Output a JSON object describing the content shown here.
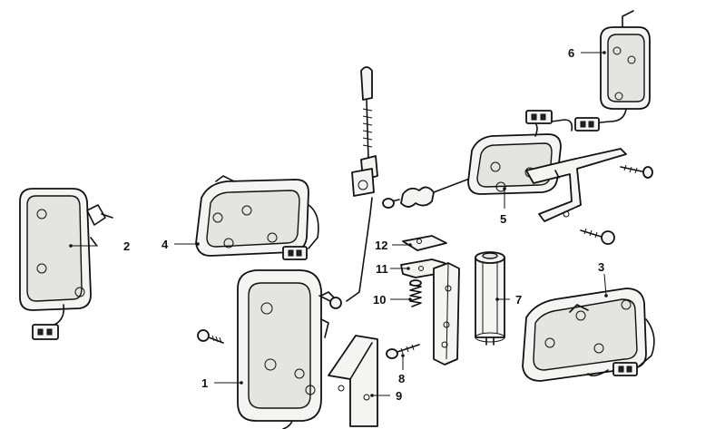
{
  "callouts": [
    {
      "id": "label-1",
      "text": "1"
    },
    {
      "id": "label-2",
      "text": "2"
    },
    {
      "id": "label-3",
      "text": "3"
    },
    {
      "id": "label-4",
      "text": "4"
    },
    {
      "id": "label-5",
      "text": "5"
    },
    {
      "id": "label-6",
      "text": "6"
    },
    {
      "id": "label-7",
      "text": "7"
    },
    {
      "id": "label-8",
      "text": "8"
    },
    {
      "id": "label-9",
      "text": "9"
    },
    {
      "id": "label-10",
      "text": "10"
    },
    {
      "id": "label-11",
      "text": "11"
    },
    {
      "id": "label-12",
      "text": "12"
    }
  ]
}
